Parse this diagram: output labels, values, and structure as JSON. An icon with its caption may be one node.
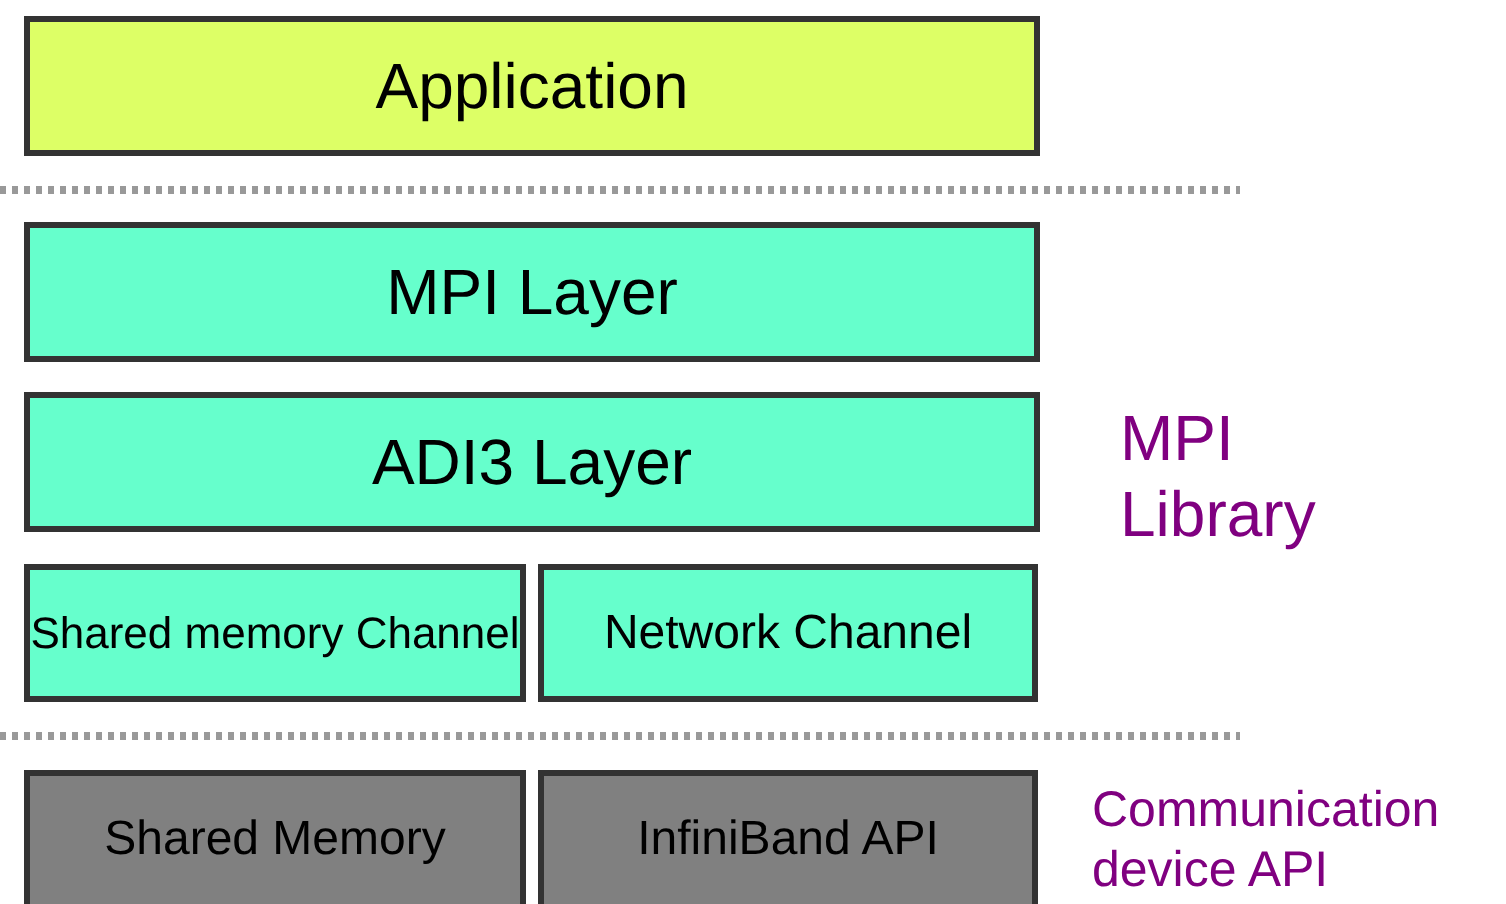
{
  "diagram": {
    "nodes": [
      {
        "text": [
          "Application"
        ]
      },
      {
        "text": [
          "MPI Layer"
        ]
      },
      {
        "text": [
          "ADI3 Layer"
        ]
      },
      {
        "text": [
          "Shared memory Channel"
        ]
      },
      {
        "text": [
          "Network Channel"
        ]
      },
      {
        "text": [
          "Shared Memory"
        ]
      },
      {
        "text": [
          "InfiniBand API"
        ]
      }
    ],
    "edges": [],
    "labels": [
      "MPI Library",
      "Communication device API"
    ]
  }
}
